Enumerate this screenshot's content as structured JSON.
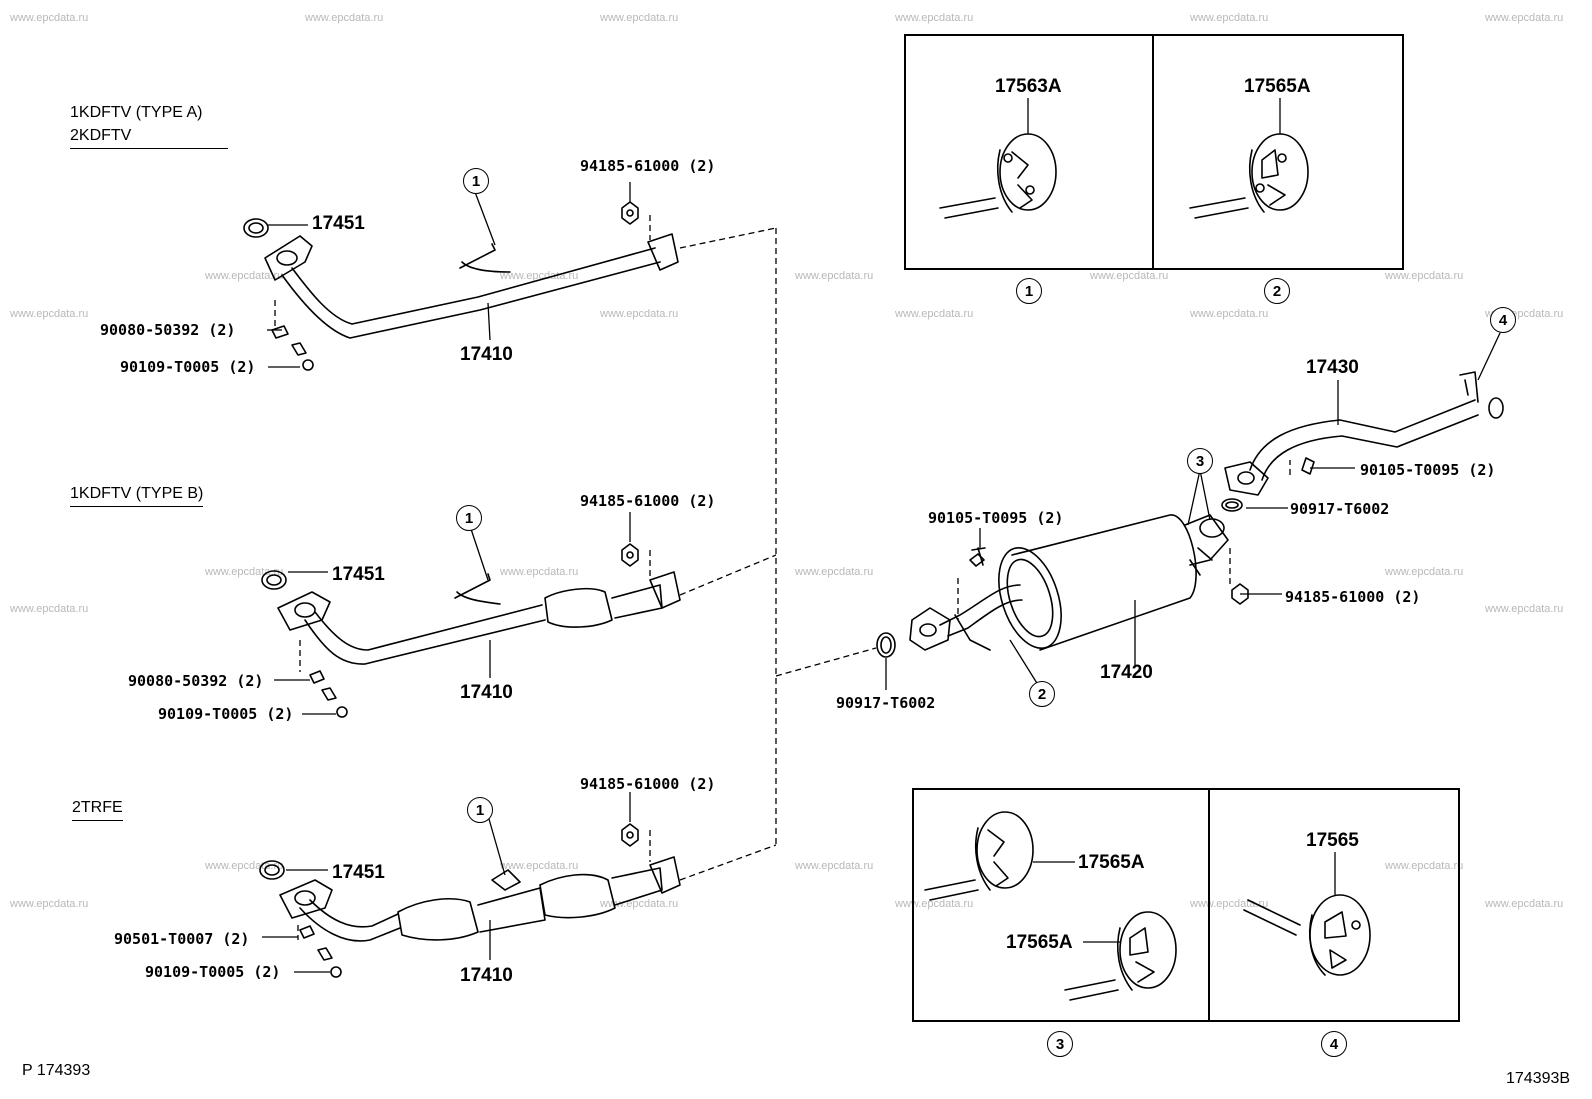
{
  "watermark": "www.epcdata.ru",
  "sections": {
    "s1_line1": "1KDFTV (TYPE A)",
    "s1_line2": "2KDFTV",
    "s2": "1KDFTV (TYPE B)",
    "s3": "2TRFE"
  },
  "parts": {
    "gasket": "17451",
    "front_pipe": "17410",
    "center_pipe": "17420",
    "tail_pipe": "17430",
    "nut": "94185-61000 (2)",
    "bolt_a": "90080-50392 (2)",
    "bolt_b": "90109-T0005 (2)",
    "spring": "90501-T0007 (2)",
    "bolt_c": "90105-T0095 (2)",
    "gasket2": "90917-T6002",
    "hanger_563a": "17563A",
    "hanger_565a": "17565A",
    "hanger_565": "17565"
  },
  "callouts": {
    "c1": "1",
    "c2": "2",
    "c3": "3",
    "c4": "4"
  },
  "footer": {
    "left": "P 174393",
    "right": "174393B"
  }
}
